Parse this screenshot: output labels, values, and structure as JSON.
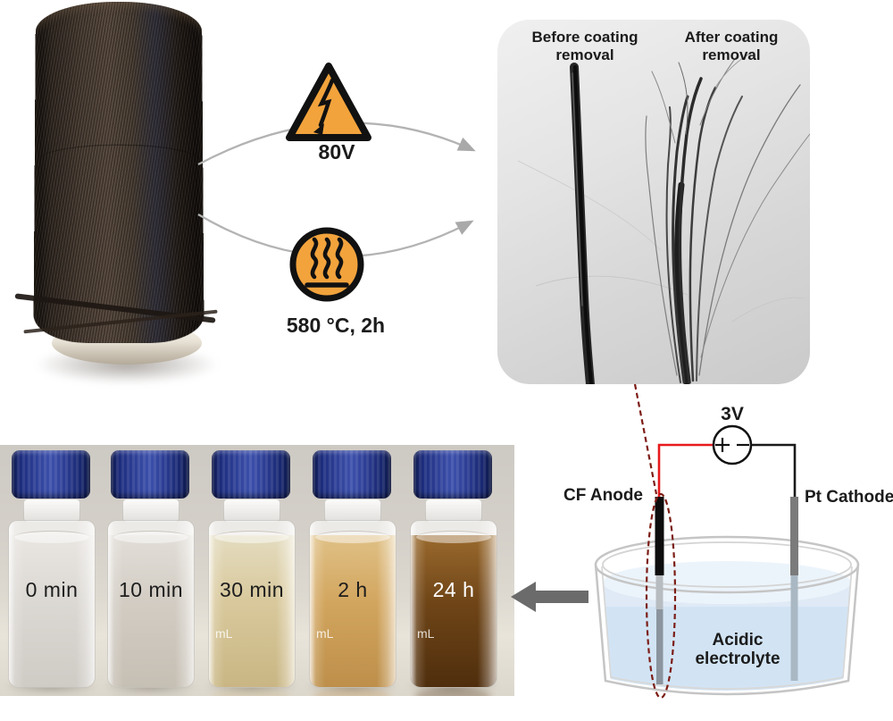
{
  "process": {
    "electrical": {
      "label": "80V",
      "icon": "high-voltage-warning"
    },
    "thermal": {
      "label": "580 °C, 2h",
      "icon": "hot-surface"
    }
  },
  "fiber_photo": {
    "before_label": "Before coating\nremoval",
    "after_label": "After coating\nremoval"
  },
  "vials": {
    "items": [
      {
        "label": "0 min",
        "label_color": "#1d1d1d",
        "liquid_top": "#e9e6e2",
        "liquid": "#dbd8d3",
        "liquid_bottom": "#cfcbc5",
        "ml_mark": ""
      },
      {
        "label": "10 min",
        "label_color": "#1d1d1d",
        "liquid_top": "#e2ded8",
        "liquid": "#d2ccc3",
        "liquid_bottom": "#c6bfb4",
        "ml_mark": ""
      },
      {
        "label": "30 min",
        "label_color": "#1d1d1d",
        "liquid_top": "#e4dcc0",
        "liquid": "#d8c89b",
        "liquid_bottom": "#c9b684",
        "ml_mark": "mL"
      },
      {
        "label": "2 h",
        "label_color": "#1d1d1d",
        "liquid_top": "#e0c187",
        "liquid": "#d2a55e",
        "liquid_bottom": "#bd8f4a",
        "ml_mark": "mL"
      },
      {
        "label": "24 h",
        "label_color": "#ffffff",
        "liquid_top": "#9a6a2e",
        "liquid": "#6f4517",
        "liquid_bottom": "#4f2e0d",
        "ml_mark": "mL"
      }
    ]
  },
  "cell_diagram": {
    "voltage_label": "3V",
    "anode_label": "CF Anode",
    "cathode_label": "Pt Cathode",
    "electrolyte_label": "Acidic\nelectrolyte"
  },
  "palette": {
    "icon_orange": "#F2A33C",
    "arc_gray": "#b3b3b3",
    "result_arrow_gray": "#6b6b6b",
    "wire_positive_red": "#e8191c",
    "wire_negative_black": "#1a1a1a",
    "highlight_dashed_maroon": "#7c1d15",
    "electrolyte_blue": "#d2e4f4",
    "vial_cap_navy": "#22338c"
  }
}
